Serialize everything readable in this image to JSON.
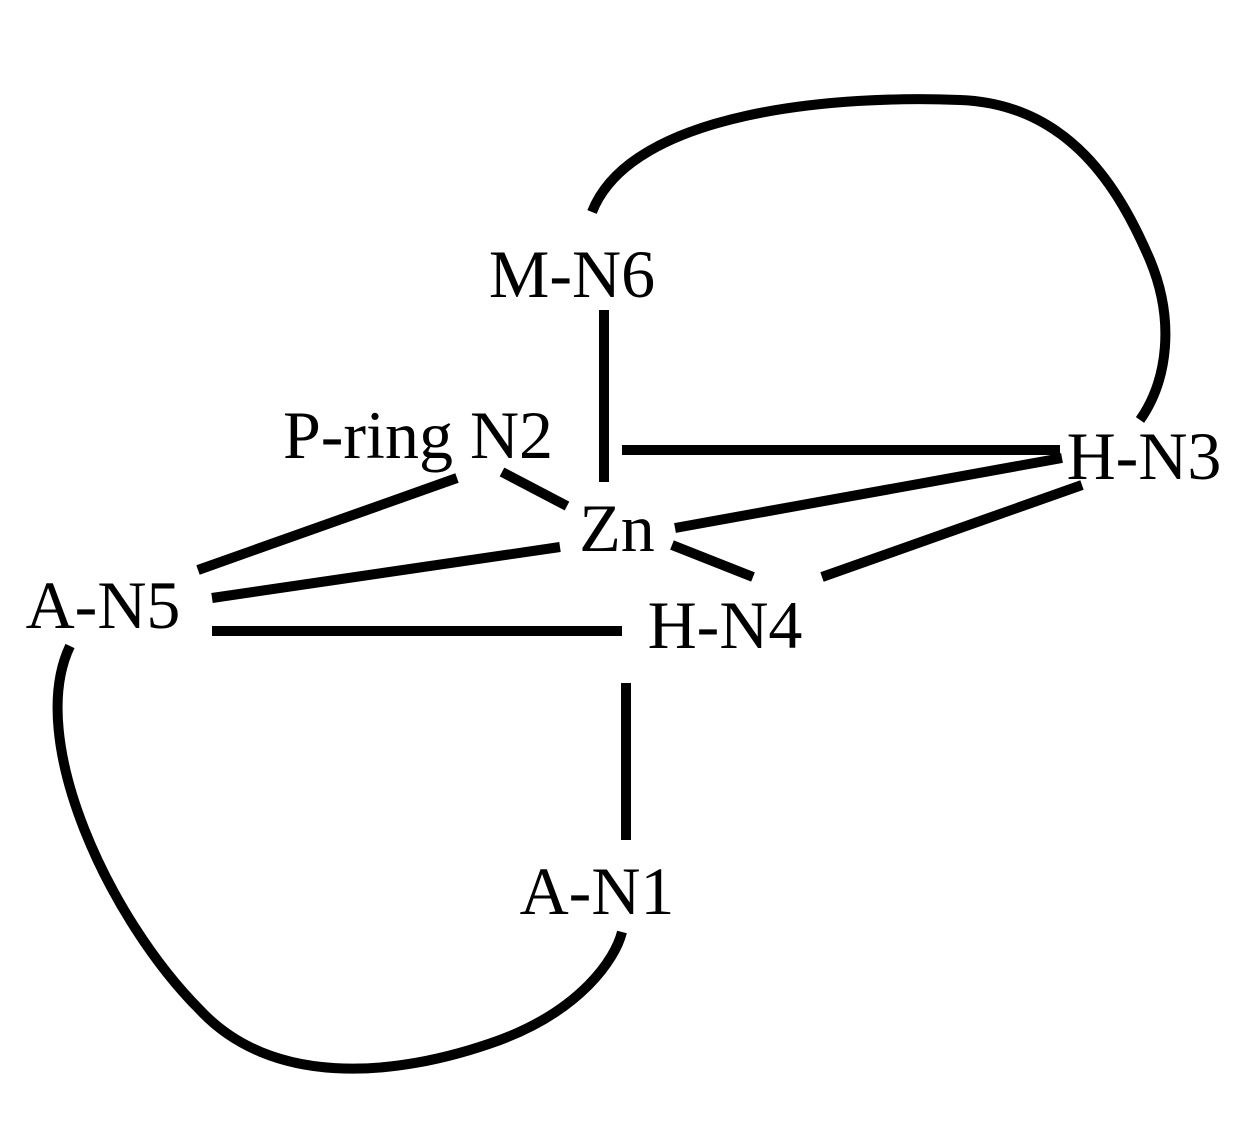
{
  "diagram": {
    "nodes": {
      "zn": "Zn",
      "m_n6": "M-N6",
      "p_ring_n2": "P-ring N2",
      "h_n3": "H-N3",
      "a_n5": "A-N5",
      "h_n4": "H-N4",
      "a_n1": "A-N1"
    },
    "colors": {
      "line": "#000000",
      "background": "#ffffff"
    }
  }
}
